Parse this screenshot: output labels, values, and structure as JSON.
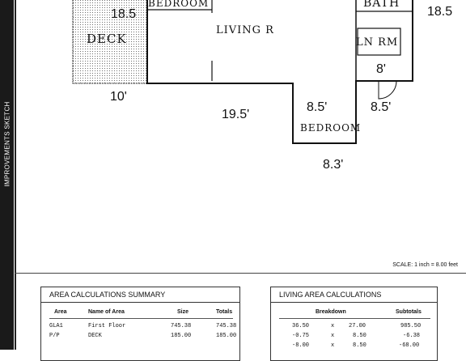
{
  "sidebar": {
    "label": "IMPROVEMENTS SKETCH"
  },
  "sketch": {
    "rooms": {
      "bedroom_top": "BEDROOM",
      "living": "LIVING R",
      "bath": "BATH",
      "ln_rm": "LN RM",
      "deck": "DECK",
      "bedroom_bottom": "BEDROOM"
    },
    "dimensions": {
      "deck_top": "18.5",
      "right_top": "18.5",
      "deck_bottom": "10'",
      "living_bottom": "19.5'",
      "bedroom_top_left": "8.5'",
      "bedroom_top_right": "8.5'",
      "ln_rm_bottom": "8'",
      "bedroom_bottom": "8.3'"
    }
  },
  "scale": "SCALE: 1 inch = 8.00 feet",
  "area_summary": {
    "title": "AREA CALCULATIONS SUMMARY",
    "headers": {
      "area": "Area",
      "name": "Name of Area",
      "size": "Size",
      "totals": "Totals"
    },
    "rows": [
      {
        "code": "GLA1",
        "name": "First Floor",
        "size": "745.38",
        "total": "745.38"
      },
      {
        "code": "P/P",
        "name": "DECK",
        "size": "185.00",
        "total": "185.00"
      }
    ]
  },
  "living_area": {
    "title": "LIVING AREA CALCULATIONS",
    "headers": {
      "breakdown": "Breakdown",
      "subtotals": "Subtotals"
    },
    "rows": [
      {
        "a": "36.50",
        "op": "x",
        "b": "27.00",
        "sub": "985.50"
      },
      {
        "a": "-0.75",
        "op": "x",
        "b": "8.50",
        "sub": "-6.38"
      },
      {
        "a": "-8.00",
        "op": "x",
        "b": "8.50",
        "sub": "-68.00"
      }
    ]
  }
}
